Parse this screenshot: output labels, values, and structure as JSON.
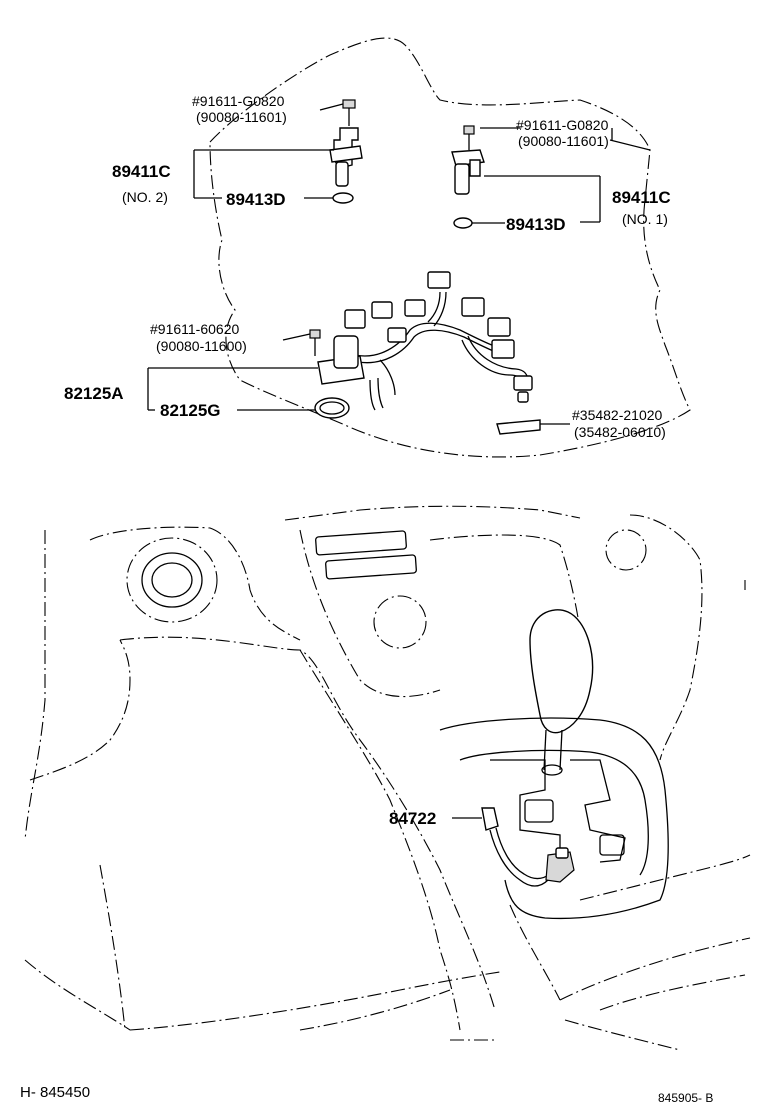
{
  "labels": {
    "top_left_bolt": "#91611-G0820",
    "top_left_bolt_alt": "(90080-11601)",
    "sensor_left": "89411C",
    "sensor_left_no": "(NO. 2)",
    "oring_left": "89413D",
    "top_right_bolt": "#91611-G0820",
    "top_right_bolt_alt": "(90080-11601)",
    "sensor_right": "89411C",
    "sensor_right_no": "(NO. 1)",
    "oring_right": "89413D",
    "harness_bolt": "#91611-60620",
    "harness_bolt_alt": "(90080-11600)",
    "harness": "82125A",
    "harness_ring": "82125G",
    "clamp": "#35482-21020",
    "clamp_alt": "(35482-06010)",
    "shift_switch": "84722"
  },
  "footer": {
    "left_code": "H- 845450",
    "right_code": "845905- B"
  }
}
